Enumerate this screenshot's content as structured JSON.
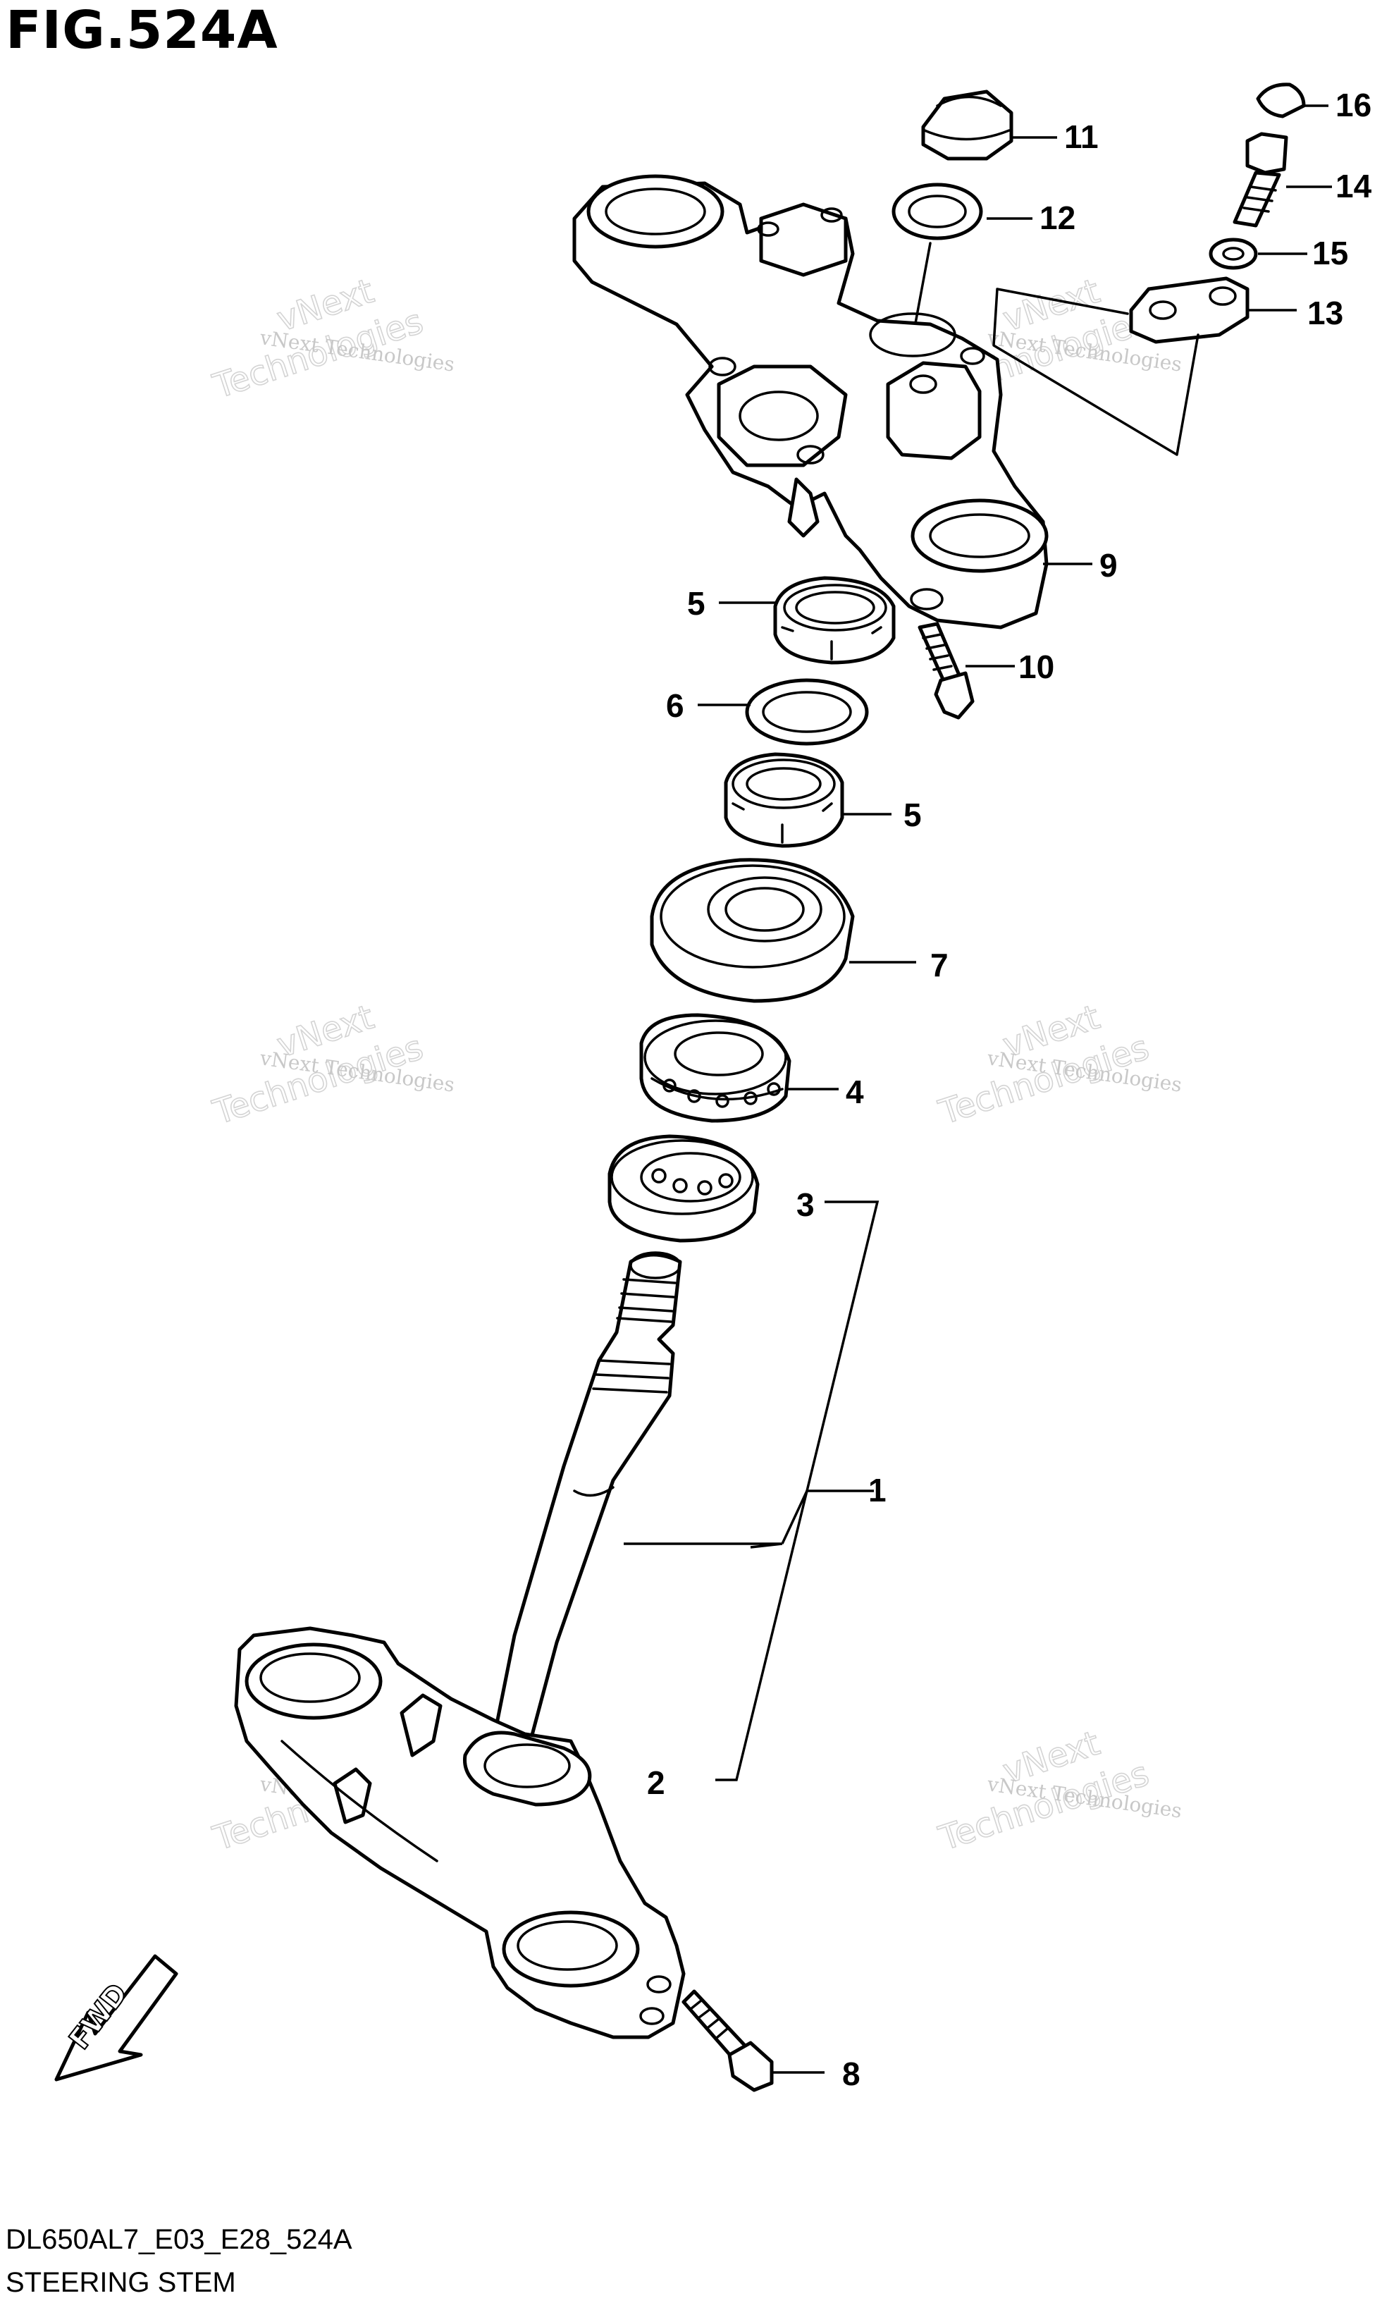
{
  "figure": {
    "title": "FIG.524A",
    "code": "DL650AL7_E03_E28_524A",
    "name": "STEERING STEM"
  },
  "watermark": {
    "line1": "vNext Technologies",
    "line2": "vNext",
    "line3": "Technologies"
  },
  "fwd_label": "FWD",
  "callouts": {
    "c1": "1",
    "c2": "2",
    "c3": "3",
    "c4": "4",
    "c5a": "5",
    "c5b": "5",
    "c6": "6",
    "c7": "7",
    "c8": "8",
    "c9": "9",
    "c10": "10",
    "c11": "11",
    "c12": "12",
    "c13": "13",
    "c14": "14",
    "c15": "15",
    "c16": "16"
  }
}
